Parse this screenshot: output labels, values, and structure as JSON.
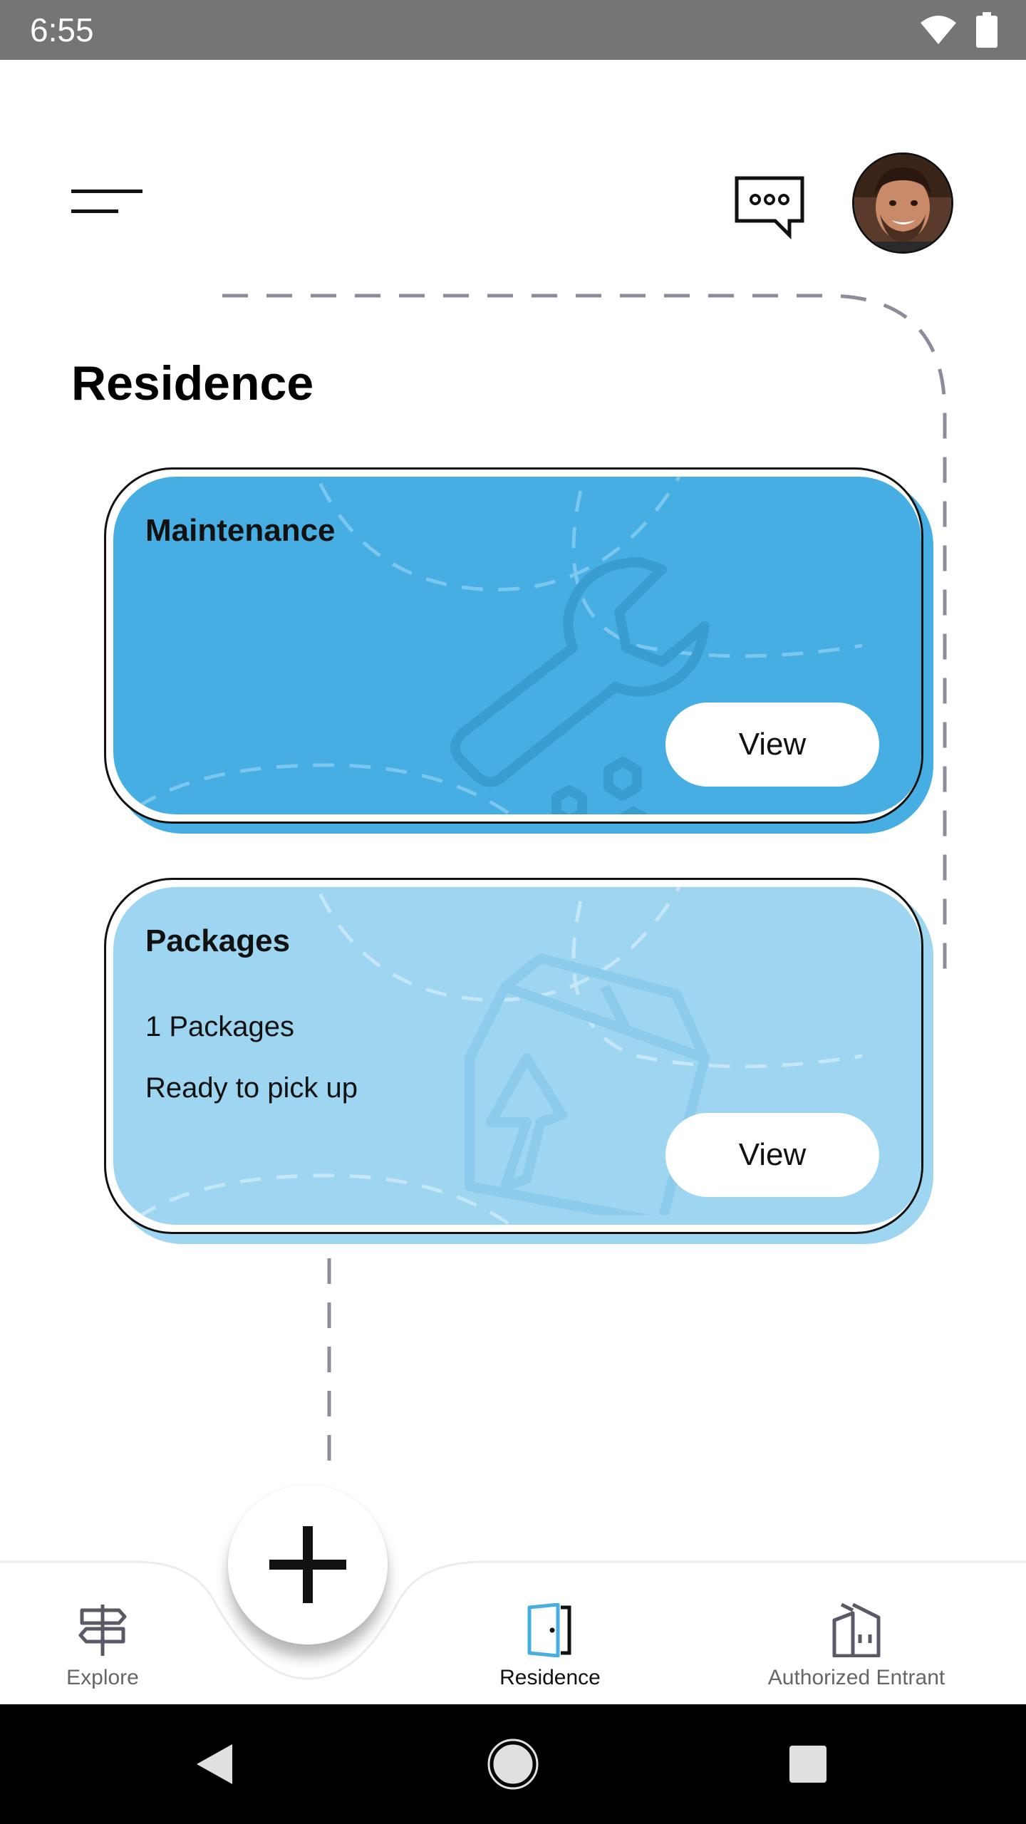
{
  "status_bar": {
    "time": "6:55",
    "icons": [
      "wifi-icon",
      "battery-icon"
    ]
  },
  "header": {
    "menu_icon": "menu-icon",
    "chat_icon": "chat-bubble-icon",
    "avatar": "user-avatar"
  },
  "page": {
    "title": "Residence"
  },
  "cards": {
    "maintenance": {
      "title": "Maintenance",
      "button_label": "View",
      "icon": "wrench-icon",
      "color": "#46AEE3"
    },
    "packages": {
      "title": "Packages",
      "count_text": "1 Packages",
      "status_text": "Ready to pick up",
      "button_label": "View",
      "icon": "package-icon",
      "color": "#9ED5F1"
    }
  },
  "bottom_nav": {
    "items": [
      {
        "label": "Explore",
        "icon": "signpost-icon",
        "active": false
      },
      {
        "label": "Residence",
        "icon": "door-icon",
        "active": true
      },
      {
        "label": "Authorized Entrant",
        "icon": "buildings-icon",
        "active": false
      }
    ],
    "fab_icon": "plus-icon",
    "active_color": "#46AEE3"
  },
  "system_nav": {
    "icons": [
      "back-icon",
      "home-icon",
      "recents-icon"
    ]
  }
}
